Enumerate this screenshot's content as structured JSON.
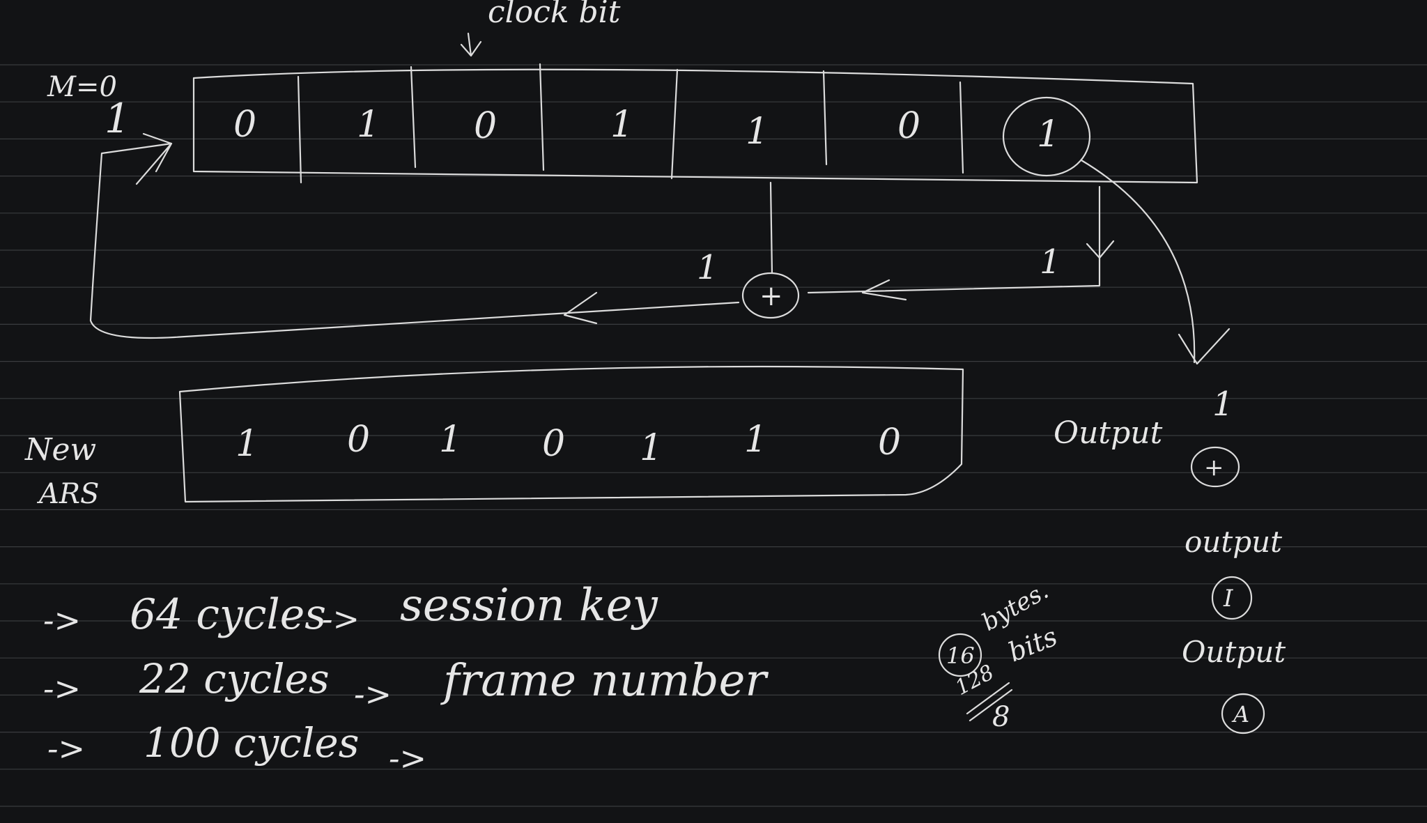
{
  "note": {
    "clock_label": "clock bit",
    "m_label": "M=0",
    "feedback_in": "1",
    "register_bits": [
      "0",
      "1",
      "0",
      "1",
      "1",
      "0",
      "1"
    ],
    "feedback_left": "1",
    "feedback_right": "1",
    "xor_symbol": "+",
    "new_label_line1": "New",
    "new_label_line2": "ARS",
    "new_register_bits": [
      "1",
      "0",
      "1",
      "0",
      "1",
      "1",
      "0"
    ],
    "outputs": [
      {
        "label": "Output",
        "value": "1",
        "circle": "+"
      },
      {
        "label": "output",
        "circle": "I"
      },
      {
        "label": "Output",
        "circle": "A"
      }
    ],
    "bytes_note": {
      "number": "16",
      "bytes": "bytes.",
      "bits_value": "128",
      "bits": "bits",
      "eight": "8"
    },
    "cycles": [
      {
        "arrow": "->",
        "text": "64 cycles",
        "mid": "->",
        "result": "session key"
      },
      {
        "arrow": "->",
        "text": "22 cycles",
        "mid": "->",
        "result": "frame number"
      },
      {
        "arrow": "->",
        "text": "100 cycles",
        "mid": "->",
        "result": ""
      }
    ]
  }
}
